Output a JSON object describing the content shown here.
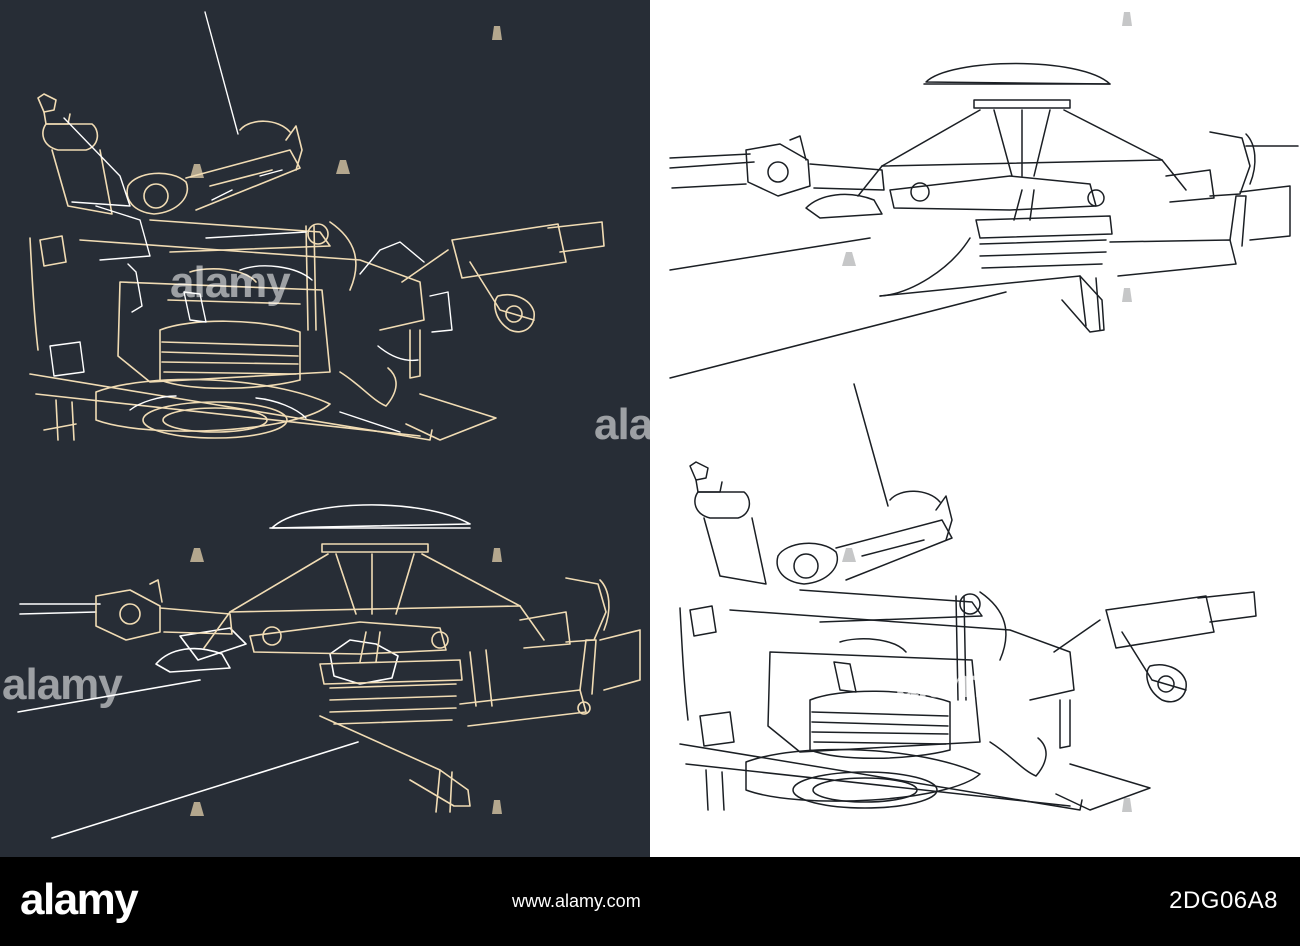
{
  "watermarks": {
    "overlay_word": "alamy",
    "overlay_partial": "ala",
    "footer_logo": "alamy",
    "footer_url": "www.alamy.com",
    "image_id": "2DG06A8"
  },
  "colors": {
    "dark_background": "#272d36",
    "cream_line": "#f1dcb4",
    "white_line": "#ffffff",
    "light_background": "#ffffff",
    "dark_line": "#1b1f24",
    "footer_background": "#000000"
  }
}
